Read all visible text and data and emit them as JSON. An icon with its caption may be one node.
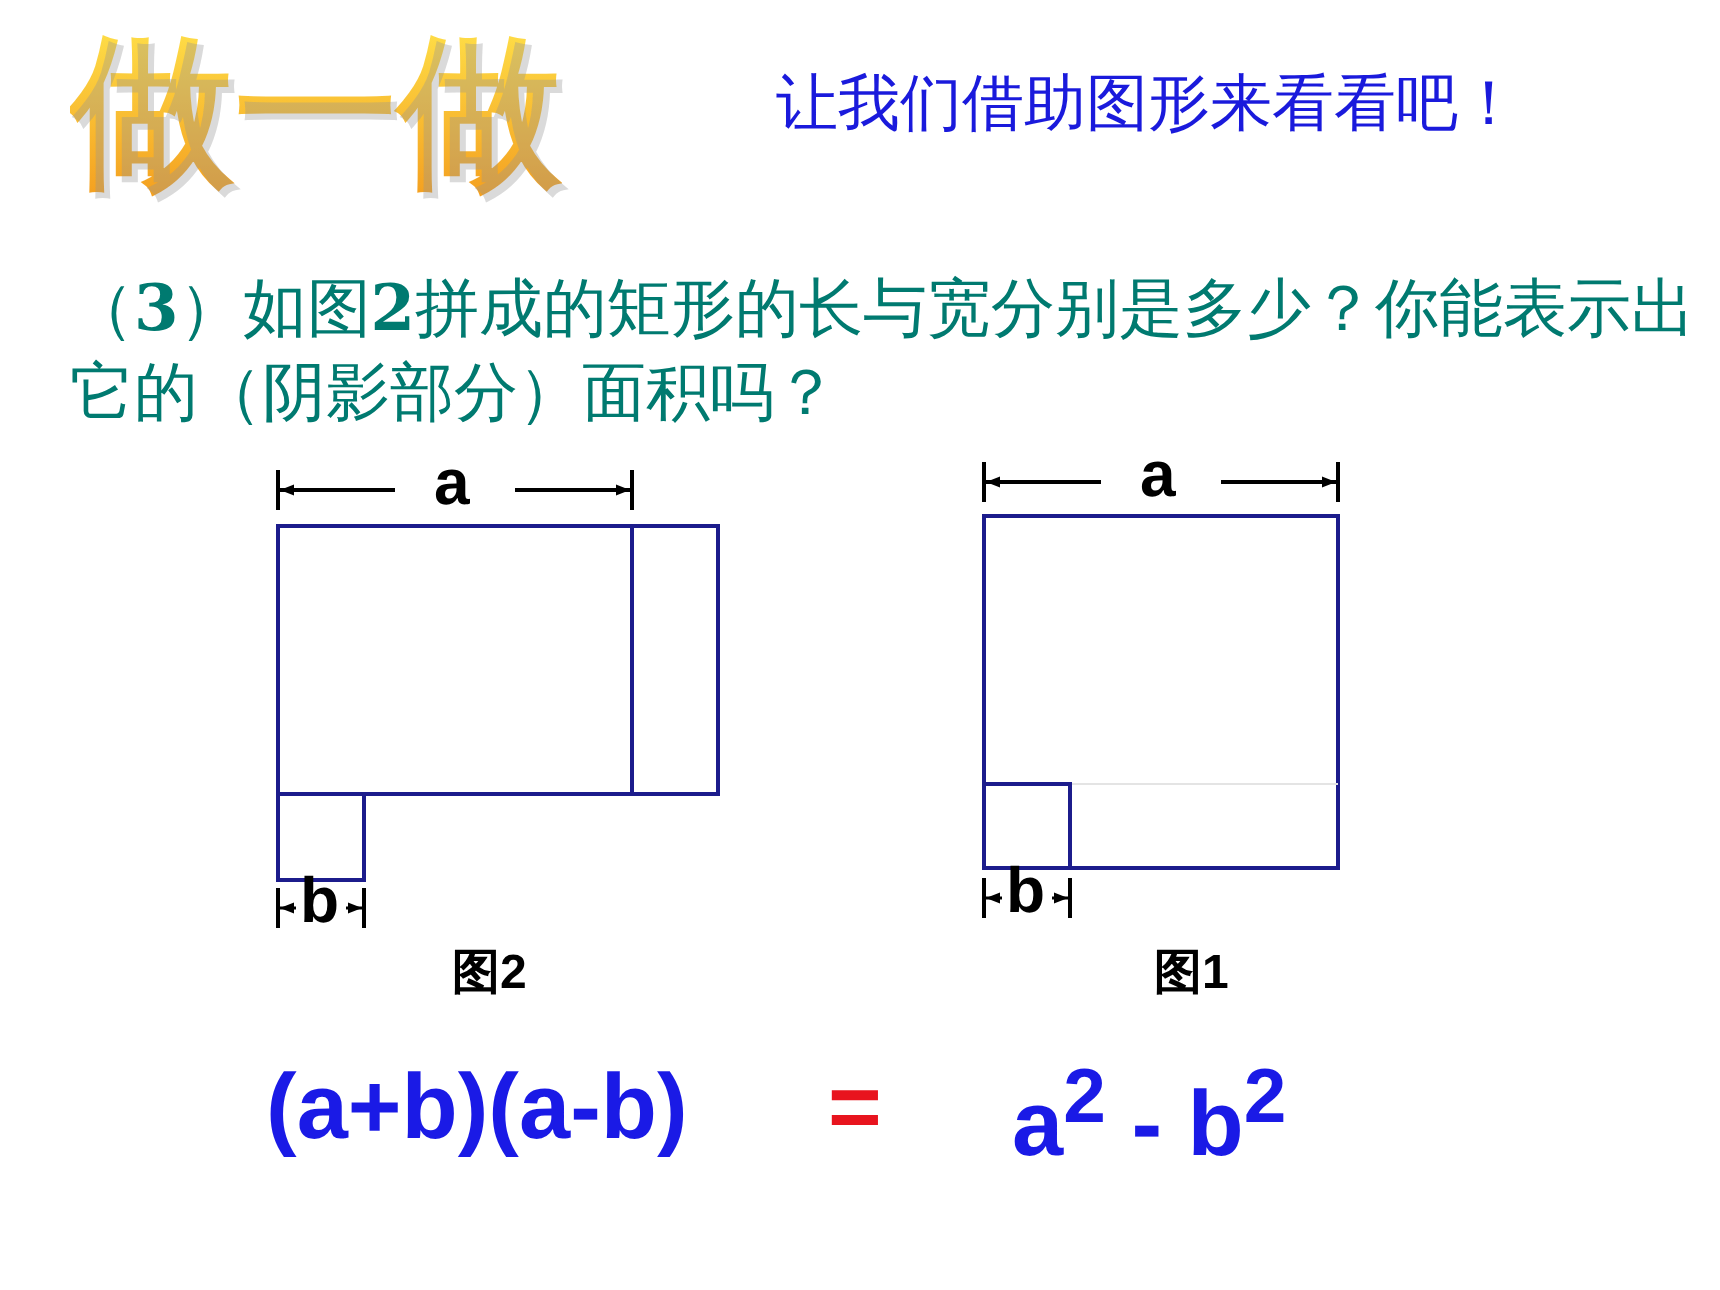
{
  "diagram": {
    "title": "做一做",
    "labels": [
      "让我们借助图形来看看吧！",
      "（**3**）如图**2**拼成的矩形的长与宽分别是多少？你能表示出它的（阴影部分）面积吗？",
      "a",
      "a",
      "b",
      "b",
      "图2",
      "图1",
      "(a+b)(a-b)",
      "=",
      "a$^{2}$ - b$^{2}$"
    ]
  }
}
